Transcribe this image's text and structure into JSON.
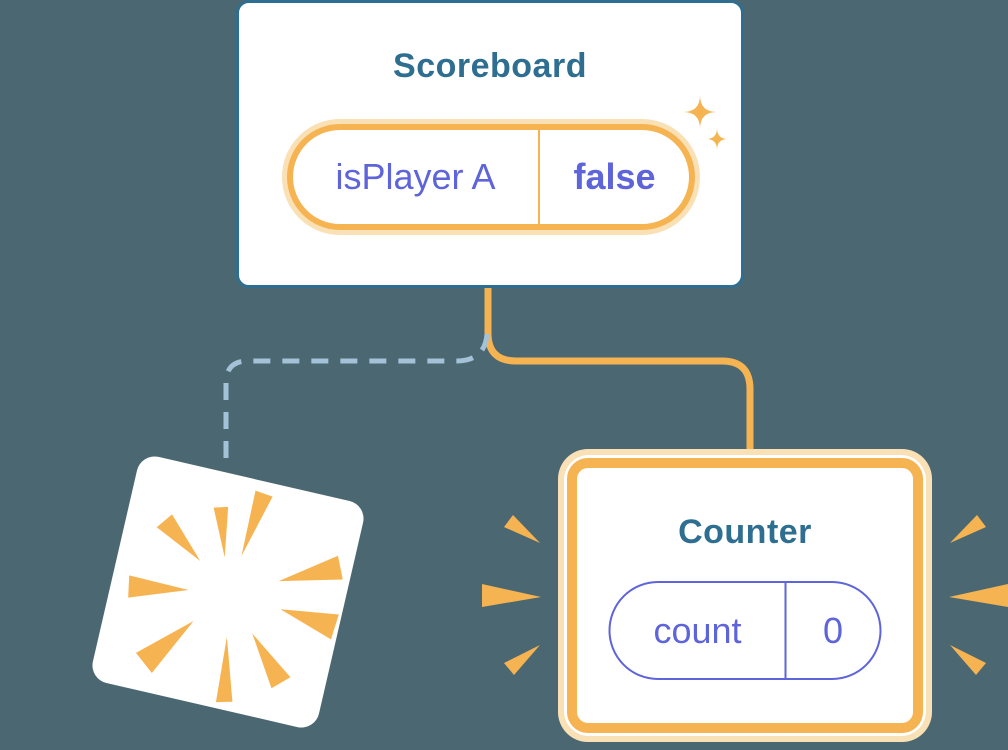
{
  "diagram": {
    "background_color": "#4B6872",
    "accent_colors": {
      "orange": "#F6B352",
      "orange_light": "#FAE0B5",
      "blue": "#2E6E91",
      "purple": "#5E64D9",
      "dashed_line_blue": "#A3C2D8"
    }
  },
  "scoreboard_card": {
    "title": "Scoreboard",
    "state_pill": {
      "key": "isPlayer A",
      "value": "false"
    }
  },
  "counter_card": {
    "title": "Counter",
    "state_pill": {
      "key": "count",
      "value": "0"
    }
  }
}
